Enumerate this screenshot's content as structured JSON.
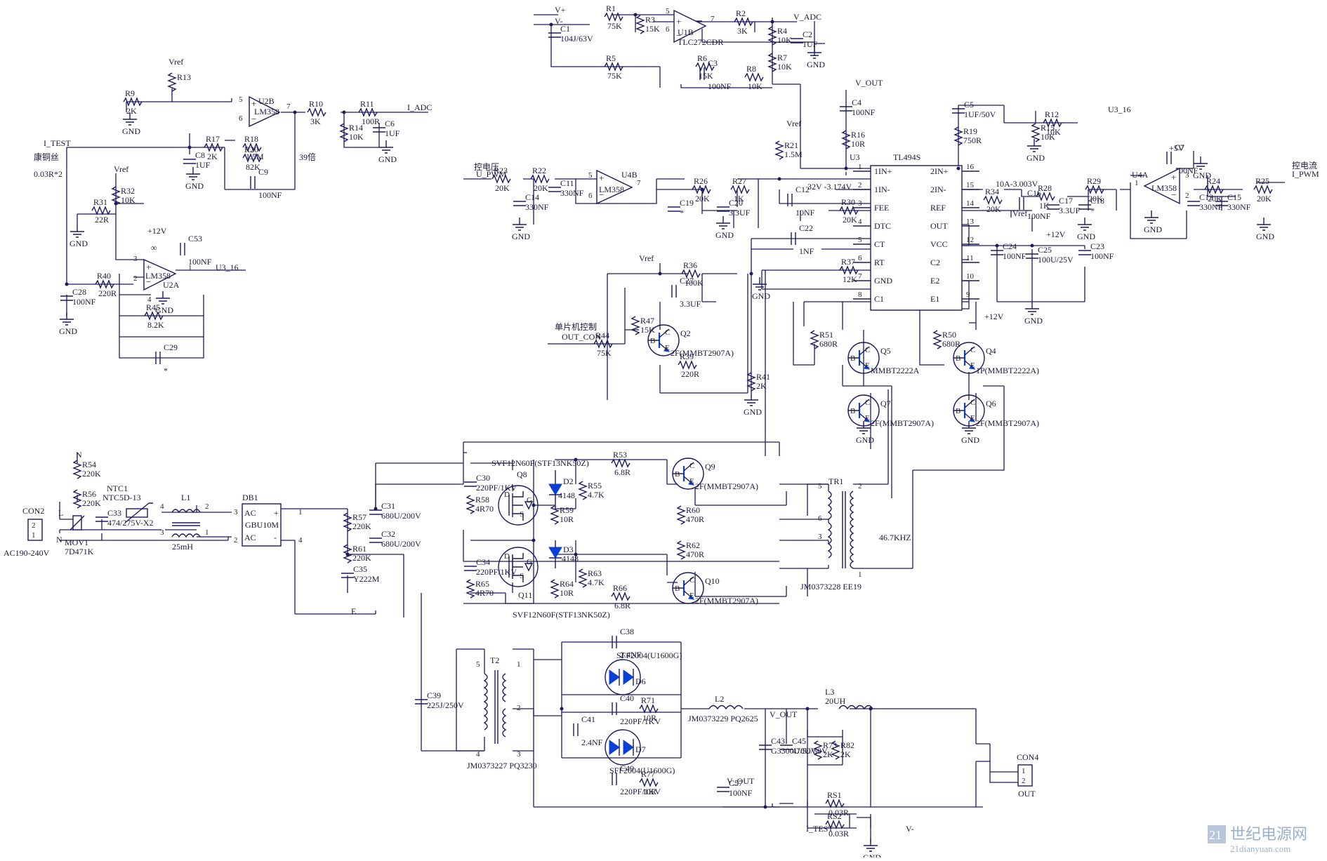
{
  "resistors": [
    {
      "ref": "R1",
      "val": "75K"
    },
    {
      "ref": "R3",
      "val": "15K"
    },
    {
      "ref": "R5",
      "val": "75K"
    },
    {
      "ref": "R6",
      "val": "15K"
    },
    {
      "ref": "R2",
      "val": "3K"
    },
    {
      "ref": "R4",
      "val": "10K"
    },
    {
      "ref": "R7",
      "val": "10K"
    },
    {
      "ref": "R8",
      "val": "10K"
    },
    {
      "ref": "R9",
      "val": "2K"
    },
    {
      "ref": "R13",
      "val": ""
    },
    {
      "ref": "R10",
      "val": "3K"
    },
    {
      "ref": "R11",
      "val": "100R"
    },
    {
      "ref": "R14",
      "val": "10K"
    },
    {
      "ref": "R17",
      "val": "2K"
    },
    {
      "ref": "R18",
      "val": "1.5M"
    },
    {
      "ref": "R20",
      "val": "82K"
    },
    {
      "ref": "R31",
      "val": "22R"
    },
    {
      "ref": "R32",
      "val": "10K"
    },
    {
      "ref": "R40",
      "val": "220R"
    },
    {
      "ref": "R45",
      "val": "8.2K"
    },
    {
      "ref": "R16",
      "val": "10R"
    },
    {
      "ref": "R19",
      "val": "750R"
    },
    {
      "ref": "R12",
      "val": "10K"
    },
    {
      "ref": "R15",
      "val": "10K"
    },
    {
      "ref": "R21",
      "val": "1.5M"
    },
    {
      "ref": "R23",
      "val": "20K"
    },
    {
      "ref": "R22",
      "val": "20K"
    },
    {
      "ref": "R26",
      "val": "20K"
    },
    {
      "ref": "R27",
      "val": "1K"
    },
    {
      "ref": "R30",
      "val": "20K"
    },
    {
      "ref": "R37",
      "val": "12K"
    },
    {
      "ref": "R34",
      "val": "20K"
    },
    {
      "ref": "R28",
      "val": "1K"
    },
    {
      "ref": "R29",
      "val": "20K"
    },
    {
      "ref": "R24",
      "val": "20K"
    },
    {
      "ref": "R25",
      "val": "20K"
    },
    {
      "ref": "R36",
      "val": "100K"
    },
    {
      "ref": "R47",
      "val": "15K"
    },
    {
      "ref": "R44",
      "val": "75K"
    },
    {
      "ref": "R39",
      "val": "220R"
    },
    {
      "ref": "R41",
      "val": "2K"
    },
    {
      "ref": "R51",
      "val": "680R"
    },
    {
      "ref": "R50",
      "val": "680R"
    },
    {
      "ref": "R54",
      "val": "220K"
    },
    {
      "ref": "R56",
      "val": "220K"
    },
    {
      "ref": "R57",
      "val": "220K"
    },
    {
      "ref": "R61",
      "val": "220K"
    },
    {
      "ref": "R58",
      "val": "4R70"
    },
    {
      "ref": "R65",
      "val": "4R70"
    },
    {
      "ref": "R53",
      "val": "6.8R"
    },
    {
      "ref": "R55",
      "val": "4.7K"
    },
    {
      "ref": "R59",
      "val": "10R"
    },
    {
      "ref": "R60",
      "val": "470R"
    },
    {
      "ref": "R62",
      "val": "470R"
    },
    {
      "ref": "R63",
      "val": "4.7K"
    },
    {
      "ref": "R64",
      "val": "10R"
    },
    {
      "ref": "R66",
      "val": "6.8R"
    },
    {
      "ref": "R71",
      "val": "10R"
    },
    {
      "ref": "R77",
      "val": "10R"
    },
    {
      "ref": "R73",
      "val": "2K"
    },
    {
      "ref": "R82",
      "val": "2K"
    },
    {
      "ref": "RS1",
      "val": "0.03R"
    },
    {
      "ref": "RS2",
      "val": "0.03R"
    }
  ],
  "capacitors": [
    {
      "ref": "C1",
      "val": "104J/63V"
    },
    {
      "ref": "C2",
      "val": "1UF"
    },
    {
      "ref": "C3",
      "val": "100NF"
    },
    {
      "ref": "C6",
      "val": "1UF"
    },
    {
      "ref": "C8",
      "val": "1UF"
    },
    {
      "ref": "C9",
      "val": "100NF"
    },
    {
      "ref": "C28",
      "val": "100NF"
    },
    {
      "ref": "C53",
      "val": "100NF"
    },
    {
      "ref": "C29",
      "val": "*"
    },
    {
      "ref": "C4",
      "val": "100NF"
    },
    {
      "ref": "C5",
      "val": "1UF/50V"
    },
    {
      "ref": "C14",
      "val": "330NF"
    },
    {
      "ref": "C11",
      "val": "330NF"
    },
    {
      "ref": "C19",
      "val": "*"
    },
    {
      "ref": "C20",
      "val": "3.3UF"
    },
    {
      "ref": "C12",
      "val": "10NF"
    },
    {
      "ref": "C22",
      "val": "1NF"
    },
    {
      "ref": "C16",
      "val": "100NF"
    },
    {
      "ref": "C17",
      "val": "3.3UF"
    },
    {
      "ref": "C18",
      "val": "*"
    },
    {
      "ref": "C7",
      "val": "100NF"
    },
    {
      "ref": "C13",
      "val": "330NF"
    },
    {
      "ref": "C15",
      "val": "330NF"
    },
    {
      "ref": "C24",
      "val": "100NF"
    },
    {
      "ref": "C25",
      "val": "100U/25V"
    },
    {
      "ref": "C23",
      "val": "100NF"
    },
    {
      "ref": "C27",
      "val": "3.3UF"
    },
    {
      "ref": "C33",
      "val": "474/275V-X2"
    },
    {
      "ref": "C31",
      "val": "680U/200V"
    },
    {
      "ref": "C32",
      "val": "680U/200V"
    },
    {
      "ref": "C35",
      "val": "Y222M"
    },
    {
      "ref": "C30",
      "val": "220PF/1KV"
    },
    {
      "ref": "C34",
      "val": "220PF/1KV"
    },
    {
      "ref": "C39",
      "val": "225J/250V"
    },
    {
      "ref": "C38",
      "val": "2.4NF"
    },
    {
      "ref": "C40",
      "val": "220PF/1KV"
    },
    {
      "ref": "C41",
      "val": "2.4NF"
    },
    {
      "ref": "C49",
      "val": "220PF/1KV"
    },
    {
      "ref": "C43",
      "val": "G3300U/50V"
    },
    {
      "ref": "C45",
      "val": "470U/50V"
    },
    {
      "ref": "C57",
      "val": "100NF"
    }
  ],
  "opamps": [
    {
      "ref": "U1B",
      "part": "TLC272CDR"
    },
    {
      "ref": "U2B",
      "part": "LM358"
    },
    {
      "ref": "U2A",
      "part": "LM358"
    },
    {
      "ref": "U4B",
      "part": "LM358"
    },
    {
      "ref": "U4A",
      "part": "LM358"
    }
  ],
  "transistors": [
    {
      "ref": "Q2",
      "part": "2F(MMBT2907A)"
    },
    {
      "ref": "Q5",
      "part": "MMBT2222A"
    },
    {
      "ref": "Q4",
      "part": "1P(MMBT2222A)"
    },
    {
      "ref": "Q7",
      "part": "2F(MMBT2907A)"
    },
    {
      "ref": "Q6",
      "part": "2F(MMBT2907A)"
    },
    {
      "ref": "Q9",
      "part": "2F(MMBT2907A)"
    },
    {
      "ref": "Q10",
      "part": "2F(MMBT2907A)"
    }
  ],
  "mosfets": {
    "q8": {
      "ref": "Q8",
      "part": "SVF12N60F(STF13NK50Z)"
    },
    "q11": {
      "ref": "Q11",
      "part": "SVF12N60F(STF13NK50Z)"
    }
  },
  "diodes": [
    {
      "ref": "D2",
      "part": "4148"
    },
    {
      "ref": "D3",
      "part": "4148"
    },
    {
      "ref": "D6",
      "part": "SFF2004(U1600G)"
    },
    {
      "ref": "D7",
      "part": "SFF2004(U1600G)"
    }
  ],
  "tl494": {
    "ref": "U3",
    "part": "TL494S",
    "left_pins": [
      {
        "num": "1",
        "name": "1IN+"
      },
      {
        "num": "2",
        "name": "1IN-"
      },
      {
        "num": "3",
        "name": "FEE"
      },
      {
        "num": "4",
        "name": "DTC"
      },
      {
        "num": "5",
        "name": "CT"
      },
      {
        "num": "6",
        "name": "RT"
      },
      {
        "num": "7",
        "name": "GND"
      },
      {
        "num": "8",
        "name": "C1"
      }
    ],
    "right_pins": [
      {
        "num": "16",
        "name": "2IN+"
      },
      {
        "num": "15",
        "name": "2IN-"
      },
      {
        "num": "14",
        "name": "REF"
      },
      {
        "num": "13",
        "name": "OUT"
      },
      {
        "num": "12",
        "name": "VCC"
      },
      {
        "num": "11",
        "name": "C2"
      },
      {
        "num": "10",
        "name": "E2"
      },
      {
        "num": "9",
        "name": "E1"
      }
    ]
  },
  "magnetics": {
    "tr1": {
      "ref": "TR1",
      "part": "JM0373228 EE19",
      "freq": "46.7KHZ",
      "pins": [
        "5",
        "2",
        "6",
        "3",
        "1"
      ]
    },
    "t2": {
      "ref": "T2",
      "part": "JM0373227 PQ3230",
      "pins": [
        "5",
        "1",
        "2",
        "4",
        "3"
      ]
    },
    "l1": {
      "ref": "L1",
      "val": "25mH",
      "pins": [
        "4",
        "2",
        "3",
        "1"
      ]
    },
    "l2": {
      "ref": "L2",
      "val": "JM0373229 PQ2625"
    },
    "l3": {
      "ref": "L3",
      "val": "20UH"
    }
  },
  "input": {
    "con2": "CON2",
    "con2_pins": [
      "2",
      "1"
    ],
    "ac": "AC190-240V",
    "mov": "MOV1",
    "mov_part": "7D471K",
    "ntc": "NTC1",
    "ntc_part": "NTC5D-13",
    "db": "DB1",
    "db_part": "GBU10M",
    "db_ac": "AC",
    "db_plus": "+",
    "db_minus": "-",
    "db_pins": [
      "1",
      "2",
      "3",
      "4"
    ]
  },
  "output": {
    "con4": "CON4",
    "con4_pins": [
      "1",
      "2"
    ],
    "out": "OUT"
  },
  "nets": {
    "vplus": "V+",
    "vminus": "V-",
    "v_adc": "V_ADC",
    "i_adc": "I_ADC",
    "i_test": "I_TEST",
    "vref": "Vref",
    "v_out": "V_OUT",
    "u3_16": "U3_16",
    "u_pwm": "U_PWM",
    "i_pwm": "I_PWM",
    "out_con": "OUT_CON",
    "p12": "+12V",
    "p5": "+5V",
    "gnd": "GND",
    "n": "N",
    "l": "L",
    "e": "E"
  },
  "annotations": {
    "wire_cu": "康铜丝",
    "wire_val": "0.03R*2",
    "gain": "39倍",
    "ctrl_v": "控电压",
    "ctrl_i": "控电流",
    "mcu": "单片机控制",
    "v_range": "32V -3.174V",
    "i_range": "10A-3.003V",
    "infinity": "∞"
  },
  "watermark": {
    "brand": "世纪电源网",
    "url": "21dianyuan.com",
    "logo": "21"
  },
  "colors": {
    "wire": "#1b1b5e",
    "net": "#8b1a1a",
    "ic_fill": "#ffffff",
    "transistor": "#0b3fd6"
  }
}
